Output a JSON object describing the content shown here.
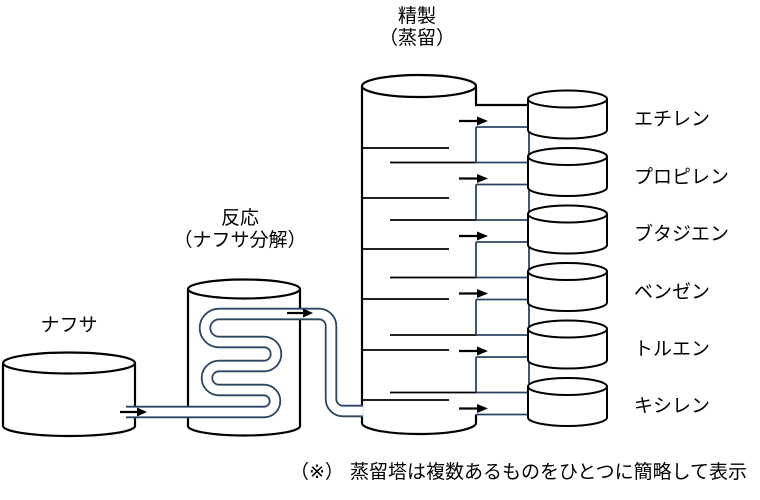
{
  "diagram": {
    "title": {
      "line1": "精製",
      "line2": "（蒸留）"
    },
    "reaction": {
      "line1": "反応",
      "line2": "（ナフサ分解）"
    },
    "feed": {
      "label": "ナフサ"
    },
    "products": [
      {
        "label": "エチレン"
      },
      {
        "label": "プロピレン"
      },
      {
        "label": "ブタジエン"
      },
      {
        "label": "ベンゼン"
      },
      {
        "label": "トルエン"
      },
      {
        "label": "キシレン"
      }
    ],
    "note": "（※） 蒸留塔は複数あるものをひとつに簡略して表示",
    "colors": {
      "outline": "#000000",
      "pipe": "#2b4565",
      "background": "#ffffff"
    }
  }
}
